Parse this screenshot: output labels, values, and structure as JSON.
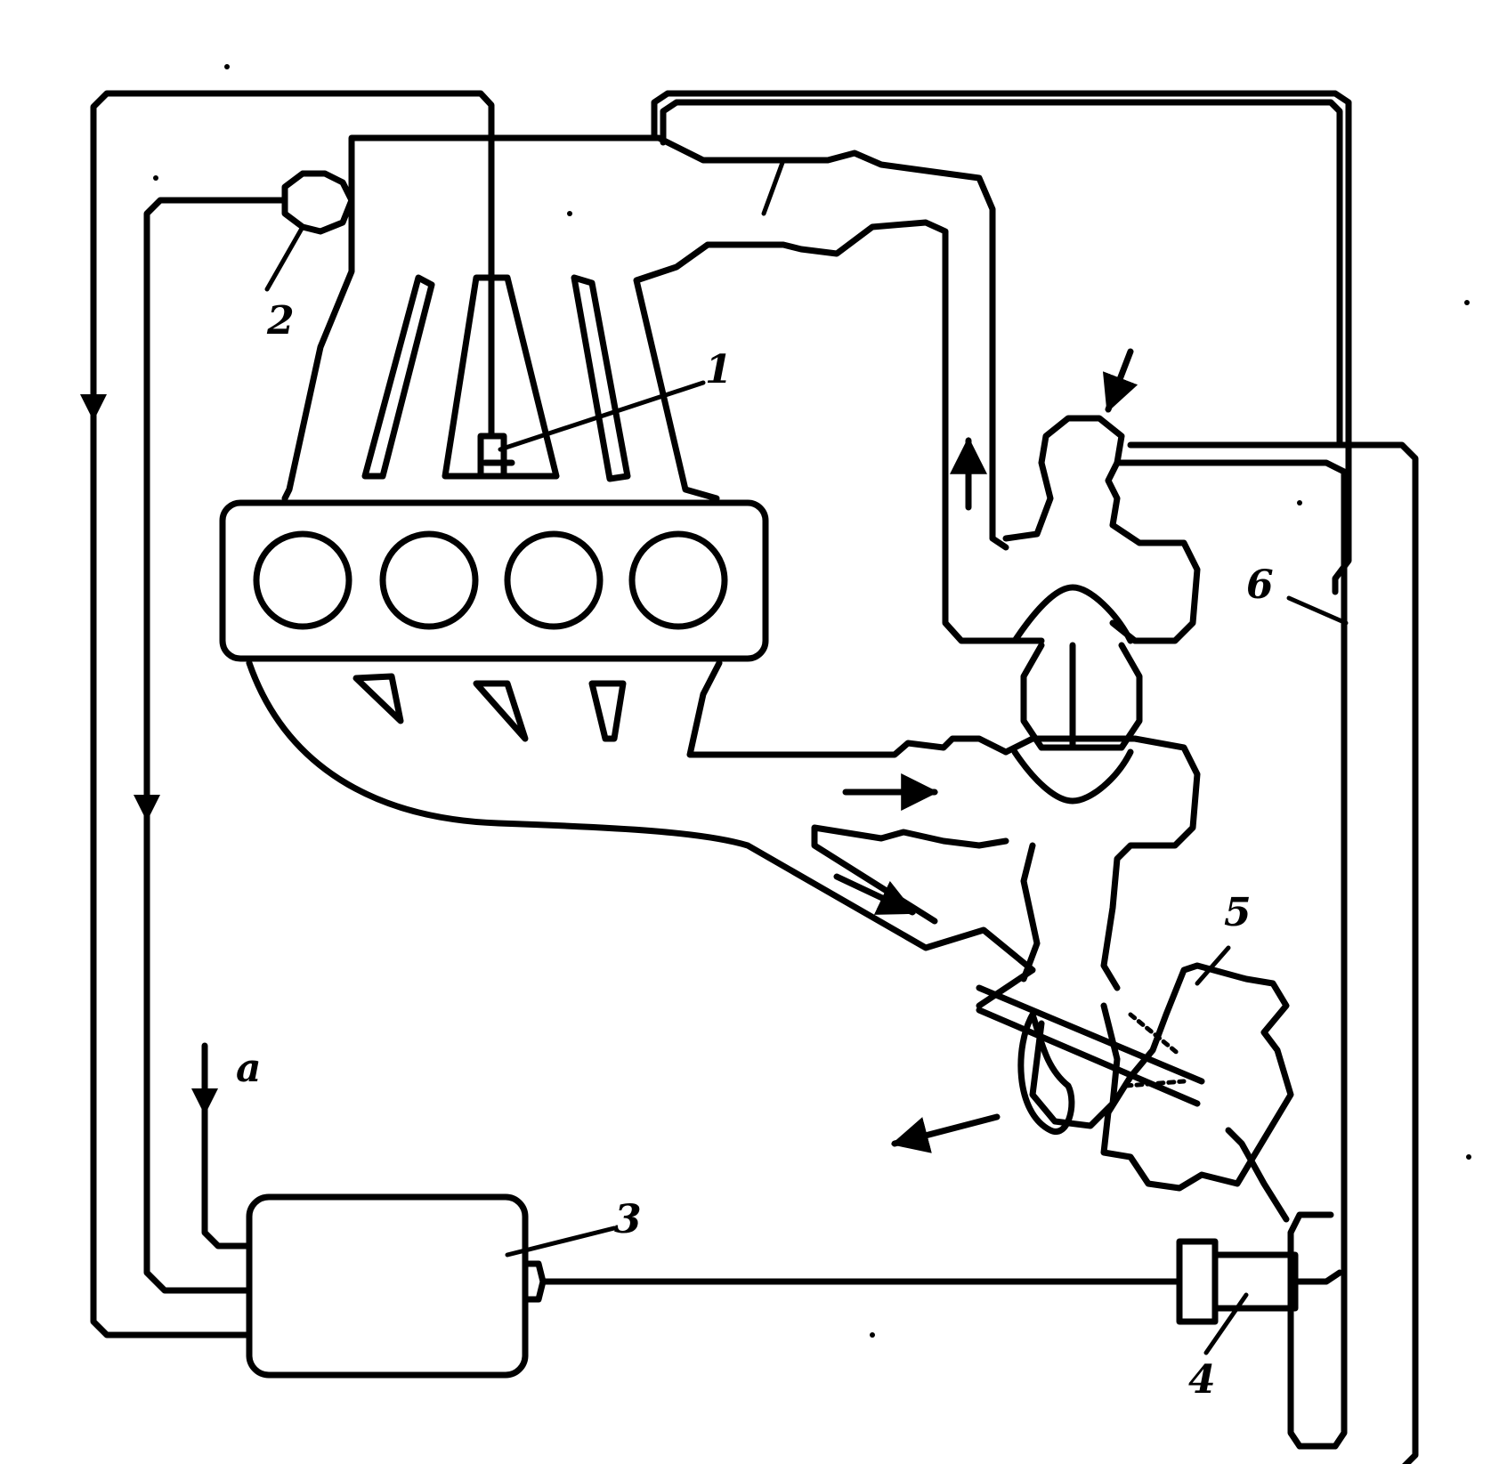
{
  "labels": {
    "l1": "1",
    "l2": "2",
    "l3": "3",
    "l4": "4",
    "l5": "5",
    "l6": "6",
    "la": "a"
  },
  "colors": {
    "stroke": "#000000",
    "background": "#ffffff"
  }
}
